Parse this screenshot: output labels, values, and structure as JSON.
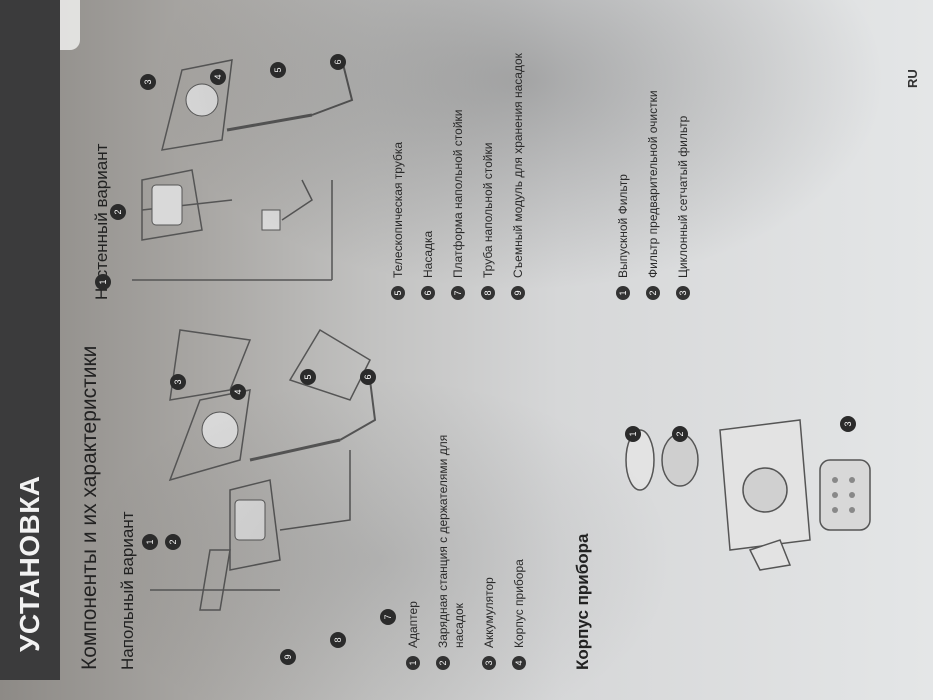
{
  "header": {
    "title": "УСТАНОВКА",
    "lang": "RU"
  },
  "section": {
    "title": "Компоненты и их характеристики"
  },
  "floor": {
    "title": "Напольный вариант"
  },
  "wall": {
    "title": "Настенный вариант"
  },
  "components_left": [
    {
      "n": "1",
      "text": "Адаптер"
    },
    {
      "n": "2",
      "text": "Зарядная станция с держателями для насадок"
    },
    {
      "n": "3",
      "text": "Аккумулятор"
    },
    {
      "n": "4",
      "text": "Корпус прибора"
    }
  ],
  "components_right": [
    {
      "n": "5",
      "text": "Телескопическая трубка"
    },
    {
      "n": "6",
      "text": "Насадка"
    },
    {
      "n": "7",
      "text": "Платформа напольной стойки"
    },
    {
      "n": "8",
      "text": "Труба напольной стойки"
    },
    {
      "n": "9",
      "text": "Съемный модуль для хранения насадок"
    }
  ],
  "body": {
    "title": "Корпус прибора"
  },
  "body_items": [
    {
      "n": "1",
      "text": "Выпускной Фильтр"
    },
    {
      "n": "2",
      "text": "Фильтр предварительной очистки"
    },
    {
      "n": "3",
      "text": "Циклонный сетчатый фильтр"
    }
  ],
  "callouts": {
    "floor": [
      "1",
      "2",
      "3",
      "4",
      "5",
      "6",
      "7",
      "8",
      "9"
    ],
    "wall": [
      "1",
      "2",
      "3",
      "4",
      "5",
      "6"
    ],
    "body": [
      "1",
      "2",
      "3"
    ]
  }
}
